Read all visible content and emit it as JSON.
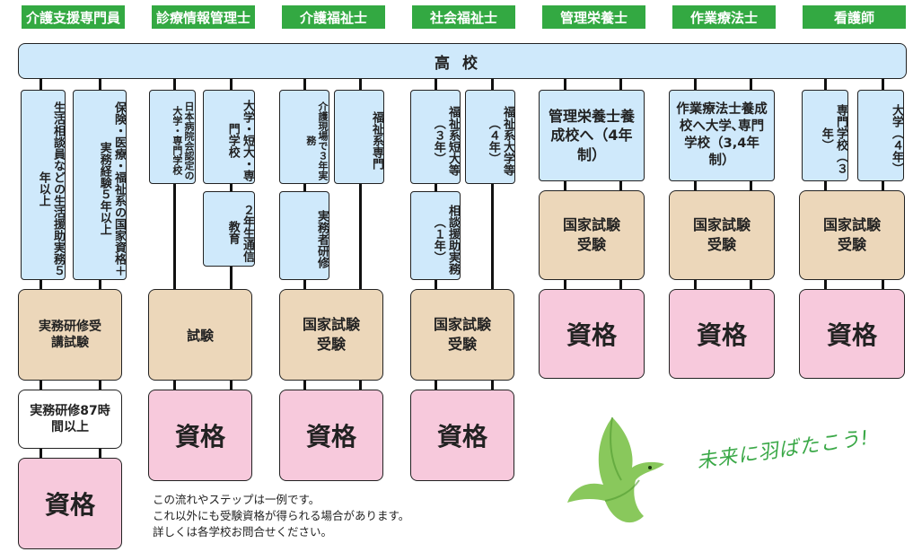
{
  "headers": [
    "介護支援専門員",
    "診療情報管理士",
    "介護福祉士",
    "社会福祉士",
    "管理栄養士",
    "作業療法士",
    "看護師"
  ],
  "top_bar": "高校",
  "care_manager": {
    "path1": "生活相談員などの生活援助実務５年以上",
    "path2": "保険・医療・福祉系の国家資格＋実務経験５年以上",
    "exam": "実務研修受講試験",
    "training": "実務研修87時間以上",
    "qualification": "資格"
  },
  "medical_records": {
    "path1": "日本病院会認定の大学・専門学校",
    "path2": "大学・短大・専門学校",
    "path2b": "２年生通信教育",
    "exam": "試験",
    "qualification": "資格"
  },
  "care_worker": {
    "path1": "介護現場で３年実務",
    "path1b": "実務者研修",
    "path2": "福祉系専門",
    "exam": "国家試験受験",
    "qualification": "資格"
  },
  "social_worker": {
    "path1": "福祉系短大等（３年）",
    "path1b": "相談援助実務（１年）",
    "path2": "福祉系大学等（４年）",
    "exam": "国家試験受験",
    "qualification": "資格"
  },
  "dietitian": {
    "school": "管理栄養士養成校へ（4年制）",
    "exam": "国家試験受験",
    "qualification": "資格"
  },
  "ot": {
    "school": "作業療法士養成校へ大学､専門学校（3,4年制）",
    "exam": "国家試験受験",
    "qualification": "資格"
  },
  "nurse": {
    "path1": "専門学校（３年）",
    "path2": "大学（４年）",
    "exam": "国家試験受験",
    "qualification": "資格"
  },
  "notes": [
    "この流れやステップは一例です。",
    "これ以外にも受験資格が得られる場合があります。",
    "詳しくは各学校お問合せください。"
  ],
  "slogan": "未来に羽ばたこう!",
  "colors": {
    "header_green": "#33a942",
    "blue": "#cfe9fb",
    "tan": "#ecd7ba",
    "pink": "#f7c9dc"
  }
}
